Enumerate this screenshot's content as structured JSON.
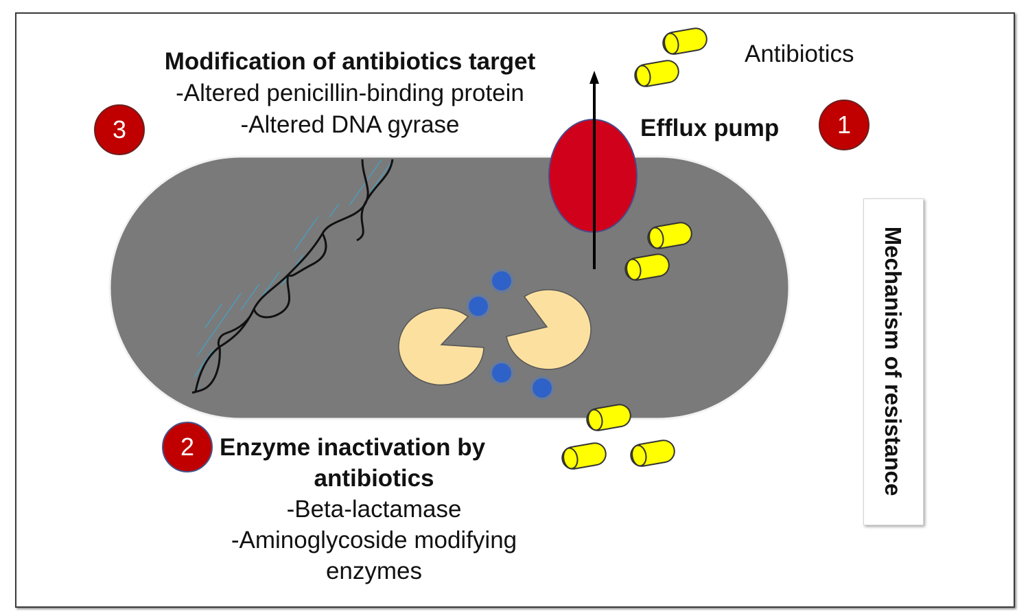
{
  "mechanism_3": {
    "number": "3",
    "title": "Modification of antibiotics target",
    "items": [
      "-Altered penicillin-binding protein",
      "-Altered DNA gyrase"
    ]
  },
  "mechanism_1": {
    "number": "1",
    "title": "Efflux pump"
  },
  "mechanism_2": {
    "number": "2",
    "title_line1": "Enzyme inactivation by",
    "title_line2": "antibiotics",
    "items": [
      "-Beta-lactamase",
      "-Aminoglycoside modifying",
      "enzymes"
    ]
  },
  "antibiotics_label": "Antibiotics",
  "side_label": "Mechanism of resistance",
  "colors": {
    "cell": "#7a7a7a",
    "pump": "#d0021b",
    "badge": "#c00000",
    "capsule": "#ffff00",
    "enzyme": "#fbe0a0",
    "molecule": "#2f62c8",
    "dna_rungs": "#3aa8d0"
  }
}
